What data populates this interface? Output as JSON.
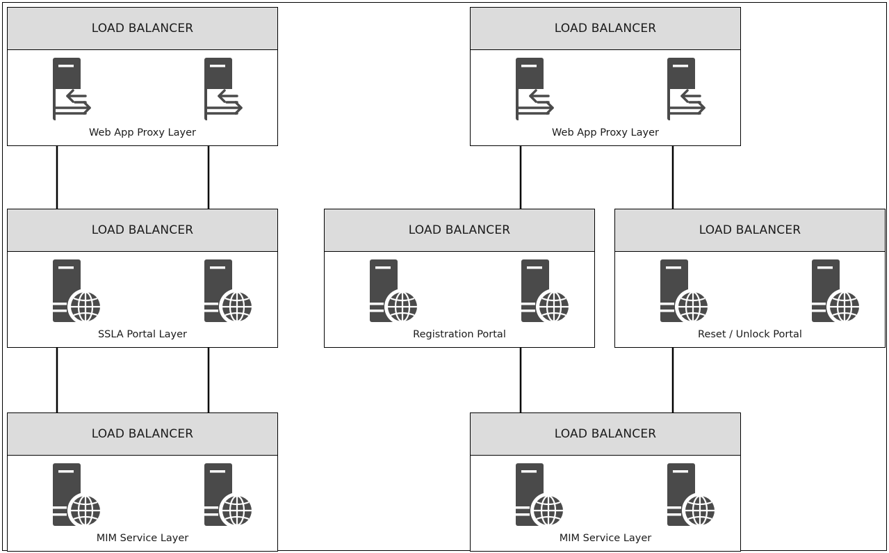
{
  "colors": {
    "header_fill": "#dcdcdc",
    "server": "#4a4a4a",
    "border": "#000000"
  },
  "left_stack": {
    "top": {
      "header": "LOAD BALANCER",
      "label": "Web App Proxy Layer",
      "icons": [
        "proxy-server-icon",
        "proxy-server-icon"
      ]
    },
    "middle": {
      "header": "LOAD BALANCER",
      "label": "SSLA Portal Layer",
      "icons": [
        "web-server-icon",
        "web-server-icon"
      ]
    },
    "bottom": {
      "header": "LOAD BALANCER",
      "label": "MIM Service Layer",
      "icons": [
        "web-server-icon",
        "web-server-icon"
      ]
    }
  },
  "right_stack": {
    "top": {
      "header": "LOAD BALANCER",
      "label": "Web App Proxy Layer",
      "icons": [
        "proxy-server-icon",
        "proxy-server-icon"
      ]
    },
    "middle_left": {
      "header": "LOAD BALANCER",
      "label": "Registration Portal",
      "icons": [
        "web-server-icon",
        "web-server-icon"
      ]
    },
    "middle_right": {
      "header": "LOAD BALANCER",
      "label": "Reset / Unlock Portal",
      "icons": [
        "web-server-icon",
        "web-server-icon"
      ]
    },
    "bottom": {
      "header": "LOAD BALANCER",
      "label": "MIM Service Layer",
      "icons": [
        "web-server-icon",
        "web-server-icon"
      ]
    }
  }
}
